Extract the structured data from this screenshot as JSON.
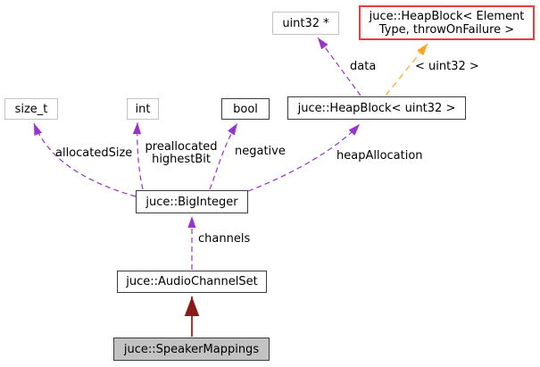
{
  "nodes": {
    "uint32_ptr": {
      "label": "uint32 *"
    },
    "heapblock_template": {
      "line1": "juce::HeapBlock< Element",
      "line2": "Type, throwOnFailure >"
    },
    "heapblock_uint32": {
      "label": "juce::HeapBlock< uint32 >"
    },
    "size_t": {
      "label": "size_t"
    },
    "int_type": {
      "label": "int"
    },
    "bool_type": {
      "label": "bool"
    },
    "big_integer": {
      "label": "juce::BigInteger"
    },
    "audio_channel_set": {
      "label": "juce::AudioChannelSet"
    },
    "speaker_mappings": {
      "label": "juce::SpeakerMappings"
    }
  },
  "edge_labels": {
    "data": "data",
    "template_args": "< uint32 >",
    "allocated_size": "allocatedSize",
    "preallocated_line1": "preallocated",
    "preallocated_line2": "highestBit",
    "negative": "negative",
    "heap_allocation": "heapAllocation",
    "channels": "channels"
  },
  "colors": {
    "usage_edge": "#9a32cd",
    "template_edge": "#ffa41c",
    "inheritance_edge": "#8b1a1a",
    "selected_node_fill": "#c2c2c2",
    "truncated_node_border": "#ee3b3b",
    "node_border_dark": "#3c3c3c",
    "node_border_light": "#c3c3c3"
  }
}
